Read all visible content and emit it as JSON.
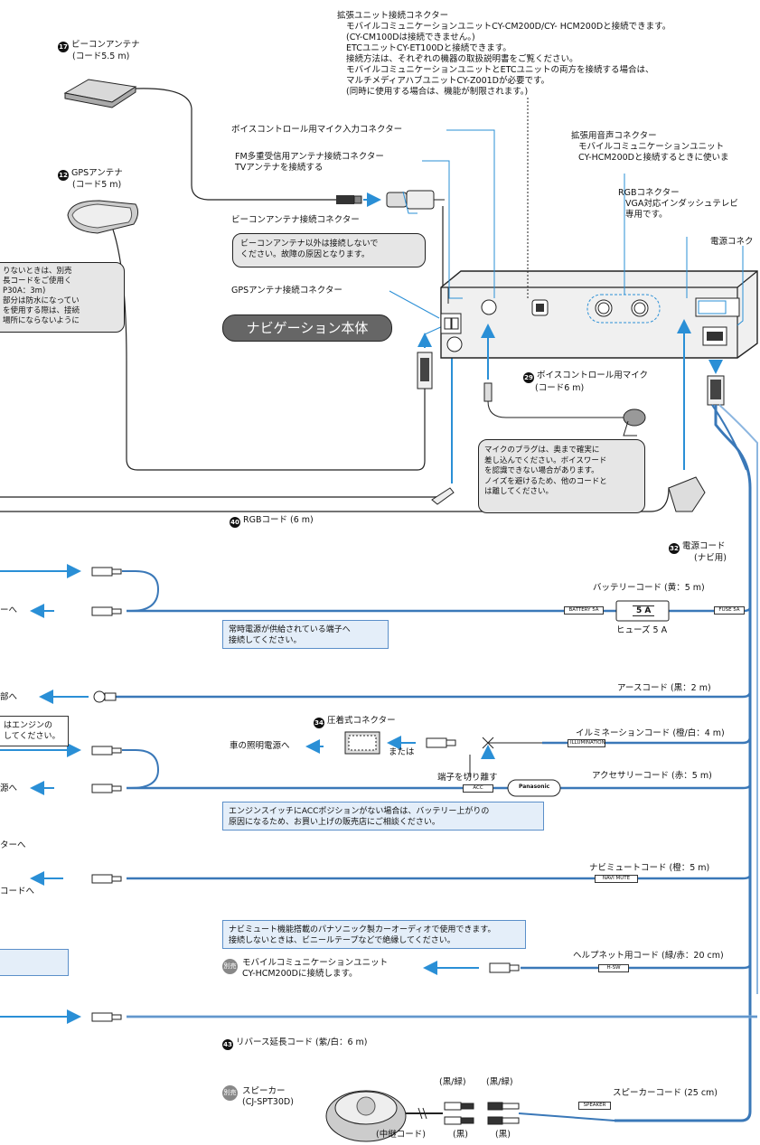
{
  "expansion_unit": {
    "title": "拡張ユニット接続コネクター",
    "lines": [
      "モバイルコミュニケーションユニットCY-CM200D/CY- HCM200Dと接続できます。",
      "(CY-CM100Dは接続できません。)",
      "ETCユニットCY-ET100Dと接続できます。",
      "接続方法は、それぞれの機器の取扱説明書をご覧ください。",
      "モバイルコミュニケーションユニットとETCユニットの両方を接続する場合は、",
      "マルチメディアハブユニットCY-Z001Dが必要です。",
      "(同時に使用する場合は、機能が制限されます。)"
    ]
  },
  "beacon_antenna": {
    "num": "17",
    "name": "ビーコンアンテナ",
    "cord": "(コード5.5 m)"
  },
  "gps_antenna": {
    "num": "12",
    "name": "GPSアンテナ",
    "cord": "(コード5 m)"
  },
  "gps_note": {
    "lines": [
      "りないときは、別売",
      "長コードをご使用く",
      "P30A：3m)",
      "部分は防水になってい",
      "を使用する際は、接続",
      "場所にならないように"
    ]
  },
  "voice_mic_connector": "ボイスコントロール用マイク入力コネクター",
  "fm_connector": {
    "lines": [
      "FM多重受信用アンテナ接続コネクター",
      "TVアンテナを接続する"
    ]
  },
  "beacon_connector": "ビーコンアンテナ接続コネクター",
  "beacon_note": {
    "lines": [
      "ビーコンアンテナ以外は接続しないで",
      "ください。故障の原因となります。"
    ]
  },
  "gps_connector": "GPSアンテナ接続コネクター",
  "nav_unit": "ナビゲーション本体",
  "audio_connector": {
    "title": "拡張用音声コネクター",
    "lines": [
      "モバイルコミュニケーションユニット",
      "CY-HCM200Dと接続するときに使いま"
    ]
  },
  "rgb_connector": {
    "title": "RGBコネクター",
    "lines": [
      "VGA対応インダッシュテレビ",
      "専用です。"
    ]
  },
  "power_connector": "電源コネク",
  "voice_mic": {
    "num": "29",
    "name": "ボイスコントロール用マイク",
    "cord": "(コード6 m)"
  },
  "mic_note": {
    "lines": [
      "マイクのプラグは、奥まで確実に",
      "差し込んでください。ボイスワード",
      "を認識できない場合があります。",
      "ノイズを避けるため、他のコードと",
      "は離してください。"
    ]
  },
  "rgb_cord": {
    "num": "40",
    "label": "RGBコード (6 m)"
  },
  "power_cord": {
    "num": "32",
    "name": "電源コード",
    "sub": "(ナビ用)"
  },
  "battery_cord": "バッテリーコード (黄：5 m)",
  "battery_tag": "BATTERY 5A",
  "fuse_tag": "FUSE 5A",
  "fuse_value": "5 A",
  "fuse_label": "ヒューズ 5 A",
  "battery_note": {
    "lines": [
      "常時電源が供給されている端子へ",
      "接続してください。"
    ]
  },
  "left_battery": "ーへ",
  "ground_cord": "アースコード (黒：2 m)",
  "left_ground": "部へ",
  "left_note": {
    "lines": [
      "はエンジンの",
      "してください。"
    ]
  },
  "crimp": {
    "num": "34",
    "name": "圧着式コネクター"
  },
  "illumination_target": "車の照明電源へ",
  "or_text": "または",
  "cut_text": "端子を切り離す",
  "illumination_cord": "イルミネーションコード (橙/白：4 m)",
  "illumination_tag": "ILLUMINATION",
  "acc_cord": "アクセサリーコード (赤：5 m)",
  "acc_tag": "ACC",
  "brand_tag": "Panasonic",
  "left_acc": "源へ",
  "acc_note": {
    "lines": [
      "エンジンスイッチにACCポジションがない場合は、バッテリー上がりの",
      "原因になるため、お買い上げの販売店にご相談ください。"
    ]
  },
  "left_ter": "ターへ",
  "left_cord": "コードへ",
  "navi_mute_cord": "ナビミュートコード (橙：5 m)",
  "navi_mute_tag": "NAVI MUTE",
  "mute_note": {
    "lines": [
      "ナビミュート機能搭載のパナソニック製カーオーディオで使用できます。",
      "接続しないときは、ビニールテープなどで絶縁してください。"
    ]
  },
  "mobile_unit": {
    "badge": "別売",
    "lines": [
      "モバイルコミュニケーションユニット",
      "CY-HCM200Dに接続します。"
    ]
  },
  "helpnet_cord": "ヘルプネット用コード (緑/赤：20 cm)",
  "hsw_tag": "H-SW",
  "reverse_cord": {
    "num": "43",
    "label": "リバース延長コード (紫/白：6 m)"
  },
  "speaker": {
    "badge": "別売",
    "name": "スピーカー",
    "model": "(CJ-SPT30D)"
  },
  "speaker_cord": "スピーカーコード (25 cm)",
  "speaker_tag": "SPEAKER",
  "wire_labels": {
    "black_green_1": "(黒/緑)",
    "black_green_2": "(黒/緑)",
    "relay": "(中継コード)",
    "black_1": "(黒)",
    "black_2": "(黒)"
  },
  "colors": {
    "cable": "#3a78b8",
    "cable_light": "#8cb6e0",
    "arrow": "#2a8fd6",
    "line": "#222222",
    "note_bg": "#e6e6e6"
  }
}
